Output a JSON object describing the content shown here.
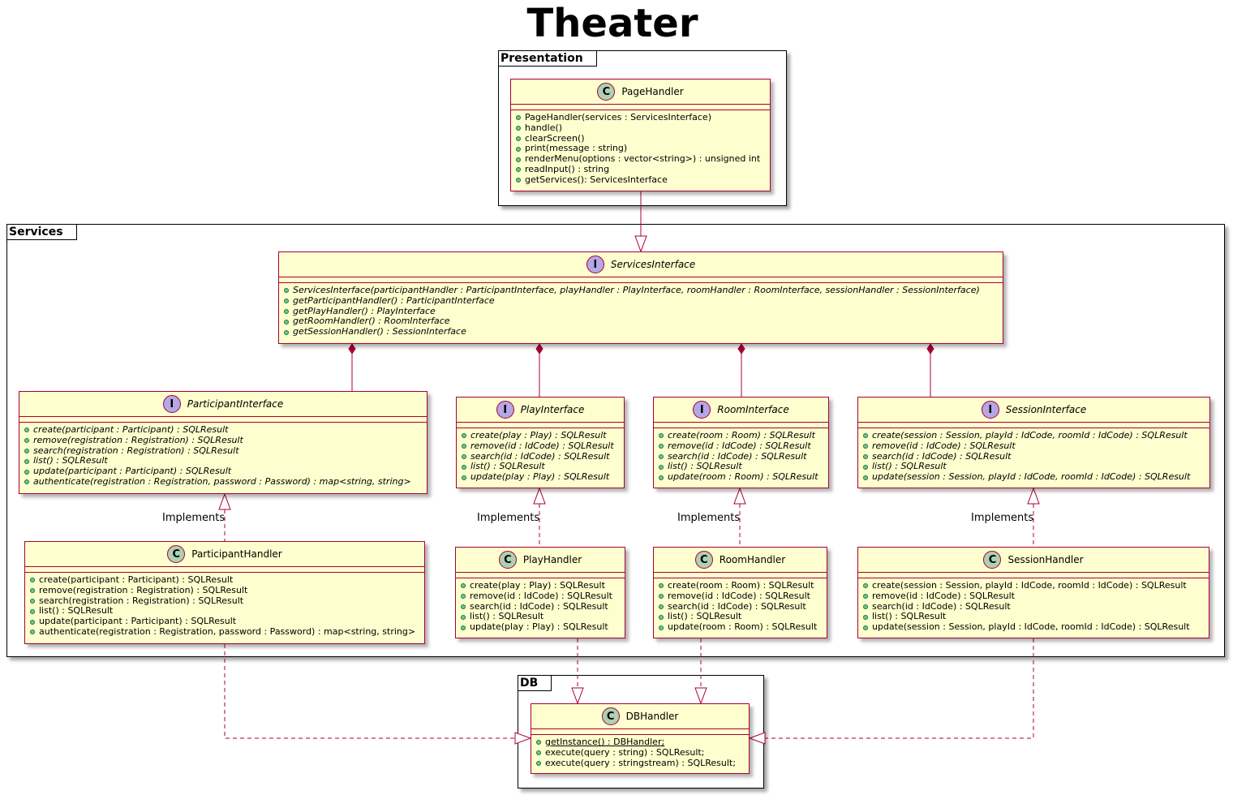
{
  "title": "Theater",
  "colors": {
    "class_fill": "#FEFECE",
    "class_border": "#A80036",
    "class_icon": "#ADD1B2",
    "interface_icon": "#B4A7E5",
    "method_dot": "#84BE84"
  },
  "packages": {
    "presentation": "Presentation",
    "services": "Services",
    "db": "DB"
  },
  "relation_label": "Implements",
  "classes": {
    "page_handler": {
      "stereotype": "C",
      "name": "PageHandler",
      "methods": [
        "PageHandler(services : ServicesInterface)",
        "handle()",
        "clearScreen()",
        "print(message : string)",
        "renderMenu(options : vector<string>) : unsigned int",
        "readInput() : string",
        "getServices(): ServicesInterface"
      ]
    },
    "services_interface": {
      "stereotype": "I",
      "name": "ServicesInterface",
      "methods": [
        "ServicesInterface(participantHandler : ParticipantInterface, playHandler : PlayInterface, roomHandler : RoomInterface, sessionHandler : SessionInterface)",
        "getParticipantHandler() : ParticipantInterface",
        "getPlayHandler() : PlayInterface",
        "getRoomHandler() : RoomInterface",
        "getSessionHandler() : SessionInterface"
      ]
    },
    "participant_interface": {
      "stereotype": "I",
      "name": "ParticipantInterface",
      "methods": [
        "create(participant : Participant) : SQLResult",
        "remove(registration : Registration) : SQLResult",
        "search(registration : Registration) : SQLResult",
        "list() : SQLResult",
        "update(participant : Participant) : SQLResult",
        "authenticate(registration : Registration, password : Password) : map<string, string>"
      ]
    },
    "play_interface": {
      "stereotype": "I",
      "name": "PlayInterface",
      "methods": [
        "create(play : Play) : SQLResult",
        "remove(id : IdCode) : SQLResult",
        "search(id : IdCode) : SQLResult",
        "list() : SQLResult",
        "update(play : Play) : SQLResult"
      ]
    },
    "room_interface": {
      "stereotype": "I",
      "name": "RoomInterface",
      "methods": [
        "create(room : Room) : SQLResult",
        "remove(id : IdCode) : SQLResult",
        "search(id : IdCode) : SQLResult",
        "list() : SQLResult",
        "update(room : Room) : SQLResult"
      ]
    },
    "session_interface": {
      "stereotype": "I",
      "name": "SessionInterface",
      "methods": [
        "create(session : Session,  playId : IdCode, roomId : IdCode) : SQLResult",
        "remove(id : IdCode) : SQLResult",
        "search(id : IdCode) : SQLResult",
        "list() : SQLResult",
        "update(session : Session,  playId : IdCode, roomId : IdCode) : SQLResult"
      ]
    },
    "participant_handler": {
      "stereotype": "C",
      "name": "ParticipantHandler",
      "methods": [
        "create(participant : Participant) : SQLResult",
        "remove(registration : Registration) : SQLResult",
        "search(registration : Registration) : SQLResult",
        "list() : SQLResult",
        "update(participant : Participant) : SQLResult",
        "authenticate(registration : Registration, password : Password) : map<string, string>"
      ]
    },
    "play_handler": {
      "stereotype": "C",
      "name": "PlayHandler",
      "methods": [
        "create(play : Play) : SQLResult",
        "remove(id : IdCode) : SQLResult",
        "search(id : IdCode) : SQLResult",
        "list() : SQLResult",
        "update(play : Play) : SQLResult"
      ]
    },
    "room_handler": {
      "stereotype": "C",
      "name": "RoomHandler",
      "methods": [
        "create(room : Room) : SQLResult",
        "remove(id : IdCode) : SQLResult",
        "search(id : IdCode) : SQLResult",
        "list() : SQLResult",
        "update(room : Room) : SQLResult"
      ]
    },
    "session_handler": {
      "stereotype": "C",
      "name": "SessionHandler",
      "methods": [
        "create(session : Session,  playId : IdCode, roomId : IdCode) : SQLResult",
        "remove(id : IdCode) : SQLResult",
        "search(id : IdCode) : SQLResult",
        "list() : SQLResult",
        "update(session : Session,  playId : IdCode, roomId : IdCode) : SQLResult"
      ]
    },
    "db_handler": {
      "stereotype": "C",
      "name": "DBHandler",
      "methods": [
        "getInstance() : DBHandler;",
        "execute(query : string) : SQLResult;",
        "execute(query : stringstream) : SQLResult;"
      ]
    }
  }
}
